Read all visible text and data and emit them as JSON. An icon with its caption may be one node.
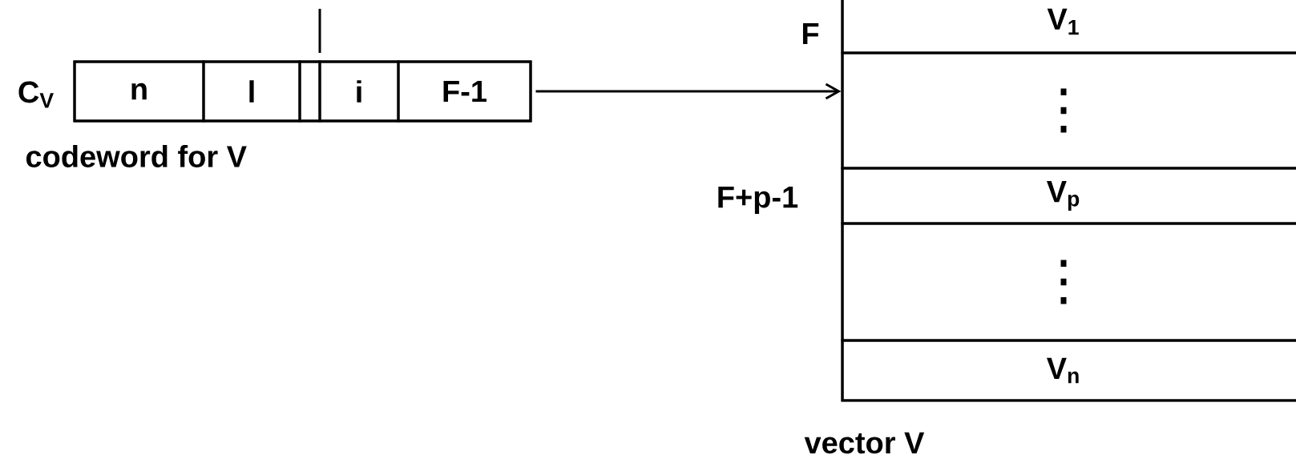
{
  "diagram": {
    "nodes": [
      {
        "text": [],
        "shape": "box",
        "beside": [
          "C$_{V}$",
          "codeword for V"
        ]
      },
      {
        "text": [
          "n"
        ],
        "in": 0
      },
      {
        "text": [
          "l"
        ],
        "in": 0
      },
      {
        "text": [],
        "shape": "box",
        "in": 0
      },
      {
        "text": [
          "i"
        ],
        "in": 0
      },
      {
        "text": [
          "F-1"
        ],
        "in": 0
      },
      {
        "text": [],
        "shape": "box",
        "beside": [
          "vector V"
        ]
      },
      {
        "text": [
          "V$_{1}$"
        ],
        "in": 6,
        "beside": [
          "F"
        ]
      },
      {
        "text": [
          "⋮"
        ],
        "in": 6
      },
      {
        "text": [
          "V$_{p}$"
        ],
        "in": 6,
        "beside": [
          "F+p-1"
        ]
      },
      {
        "text": [
          "⋮"
        ],
        "in": 6
      },
      {
        "text": [
          "V$_{n}$"
        ],
        "in": 6
      }
    ],
    "edges": [
      {
        "from": 0,
        "to": 6,
        "arrow": "to"
      }
    ]
  }
}
